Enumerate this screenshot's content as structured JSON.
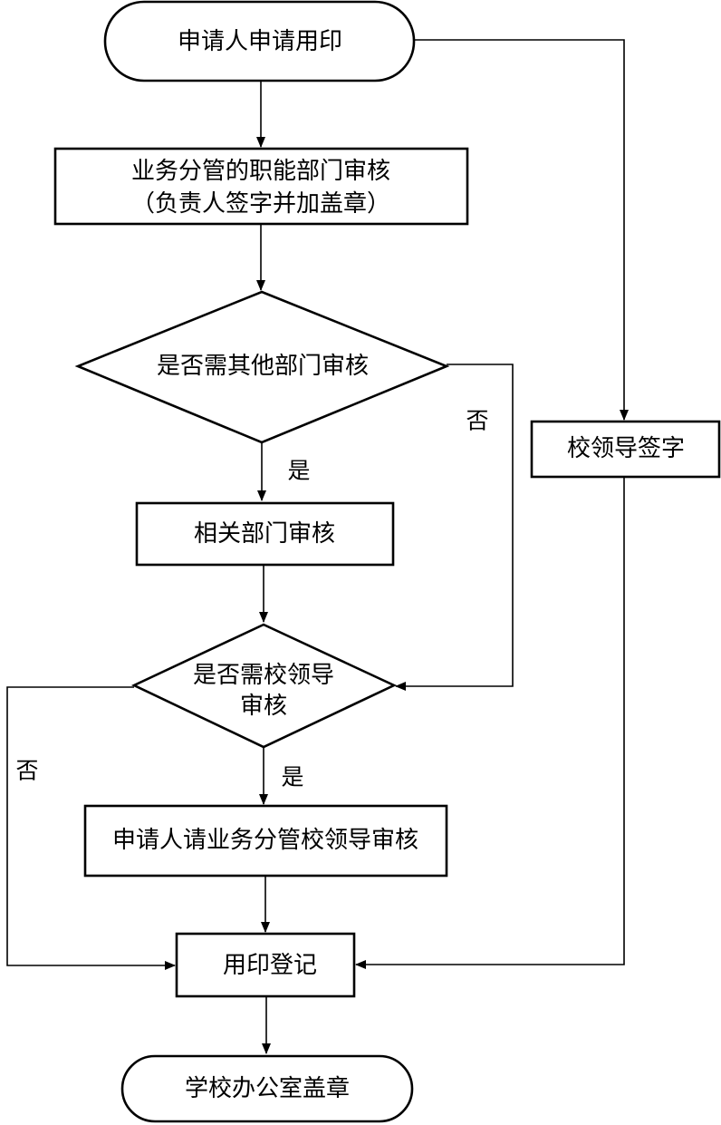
{
  "flowchart": {
    "start": {
      "label": "申请人申请用印"
    },
    "dept_review": {
      "line1": "业务分管的职能部门审核",
      "line2": "（负责人签字并加盖章）"
    },
    "decision_other_dept": {
      "label": "是否需其他部门审核"
    },
    "related_dept_review": {
      "label": "相关部门审核"
    },
    "decision_leader": {
      "line1": "是否需校领导",
      "line2": "审核"
    },
    "request_leader": {
      "label": "申请人请业务分管校领导审核"
    },
    "seal_register": {
      "label": "用印登记"
    },
    "end": {
      "label": "学校办公室盖章"
    },
    "leader_sign": {
      "label": "校领导签字"
    },
    "edge_labels": {
      "yes_other_dept": "是",
      "no_other_dept": "否",
      "yes_leader": "是",
      "no_leader": "否"
    }
  }
}
